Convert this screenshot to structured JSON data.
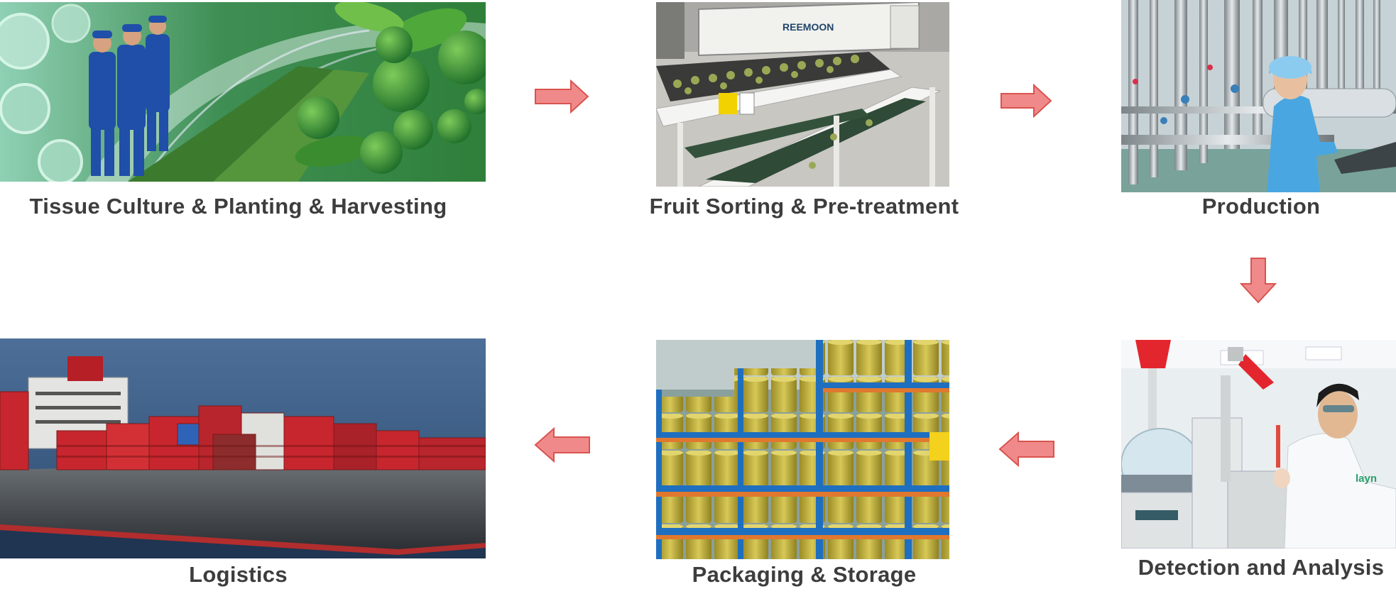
{
  "steps": [
    {
      "id": "tissue",
      "label": "Tissue Culture & Planting & Harvesting",
      "icon": "greenhouse-photo"
    },
    {
      "id": "sorting",
      "label": "Fruit Sorting & Pre-treatment",
      "icon": "sorting-machine-photo",
      "machine_label": "REEMOON"
    },
    {
      "id": "production",
      "label": "Production",
      "icon": "factory-worker-photo"
    },
    {
      "id": "detection",
      "label": "Detection and Analysis",
      "icon": "lab-technician-photo",
      "coat_label": "layn"
    },
    {
      "id": "packaging",
      "label": "Packaging & Storage",
      "icon": "warehouse-drums-photo"
    },
    {
      "id": "logistics",
      "label": "Logistics",
      "icon": "cargo-ship-photo"
    }
  ],
  "colors": {
    "arrow_fill": "#f08a8a",
    "arrow_stroke": "#d9534f",
    "caption": "#3d3d3d"
  }
}
